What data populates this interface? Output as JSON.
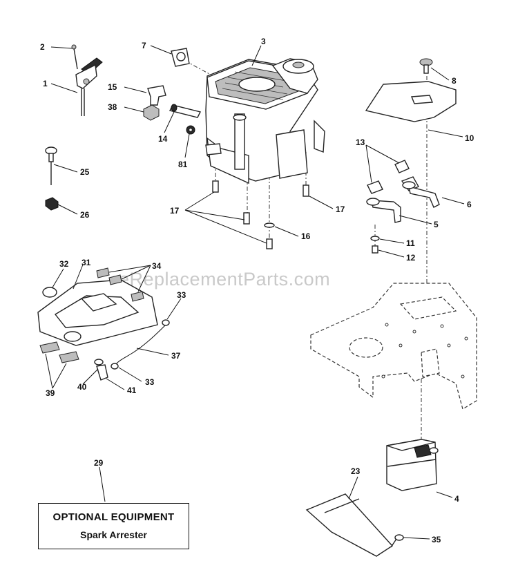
{
  "watermark": "eReplacementParts.com",
  "optional_equipment": {
    "title": "OPTIONAL EQUIPMENT",
    "subtitle": "Spark Arrester"
  },
  "callouts": {
    "c1": "1",
    "c2": "2",
    "c3": "3",
    "c4": "4",
    "c5": "5",
    "c6": "6",
    "c7": "7",
    "c8": "8",
    "c10": "10",
    "c11": "11",
    "c12": "12",
    "c13": "13",
    "c14": "14",
    "c15": "15",
    "c16": "16",
    "c17a": "17",
    "c17b": "17",
    "c23": "23",
    "c25": "25",
    "c26": "26",
    "c29": "29",
    "c31": "31",
    "c32": "32",
    "c33a": "33",
    "c33b": "33",
    "c34": "34",
    "c35": "35",
    "c37": "37",
    "c38": "38",
    "c39": "39",
    "c40": "40",
    "c41": "41",
    "c81": "81"
  }
}
